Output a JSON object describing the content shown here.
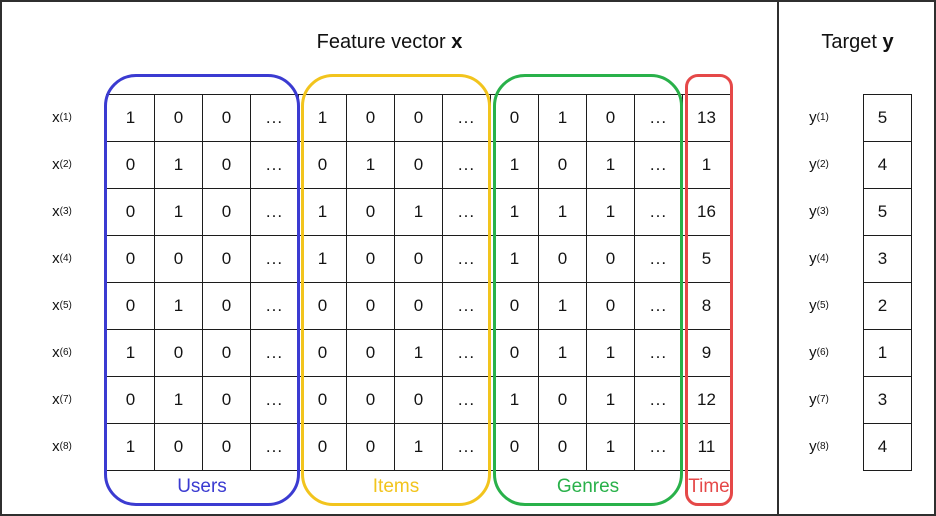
{
  "left_panel": {
    "title": {
      "prefix": "Feature vector ",
      "bold": "x"
    }
  },
  "right_panel": {
    "title": {
      "prefix": "Target ",
      "bold": "y"
    }
  },
  "matrix": {
    "row_label_base": "x",
    "row_label_sups": [
      "(1)",
      "(2)",
      "(3)",
      "(4)",
      "(5)",
      "(6)",
      "(7)",
      "(8)"
    ],
    "ellipsis": "...",
    "rows": [
      [
        "1",
        "0",
        "0",
        "...",
        "1",
        "0",
        "0",
        "...",
        "0",
        "1",
        "0",
        "...",
        "13"
      ],
      [
        "0",
        "1",
        "0",
        "...",
        "0",
        "1",
        "0",
        "...",
        "1",
        "0",
        "1",
        "...",
        "1"
      ],
      [
        "0",
        "1",
        "0",
        "...",
        "1",
        "0",
        "1",
        "...",
        "1",
        "1",
        "1",
        "...",
        "16"
      ],
      [
        "0",
        "0",
        "0",
        "...",
        "1",
        "0",
        "0",
        "...",
        "1",
        "0",
        "0",
        "...",
        "5"
      ],
      [
        "0",
        "1",
        "0",
        "...",
        "0",
        "0",
        "0",
        "...",
        "0",
        "1",
        "0",
        "...",
        "8"
      ],
      [
        "1",
        "0",
        "0",
        "...",
        "0",
        "0",
        "1",
        "...",
        "0",
        "1",
        "1",
        "...",
        "9"
      ],
      [
        "0",
        "1",
        "0",
        "...",
        "0",
        "0",
        "0",
        "...",
        "1",
        "0",
        "1",
        "...",
        "12"
      ],
      [
        "1",
        "0",
        "0",
        "...",
        "0",
        "0",
        "1",
        "...",
        "0",
        "0",
        "1",
        "...",
        "11"
      ]
    ],
    "groups": [
      {
        "label": "Users",
        "color": "#3b3bd1",
        "columns": 4
      },
      {
        "label": "Items",
        "color": "#f2c41d",
        "columns": 4
      },
      {
        "label": "Genres",
        "color": "#29b14a",
        "columns": 4
      },
      {
        "label": "Time",
        "color": "#e54848",
        "columns": 1
      }
    ]
  },
  "target": {
    "row_label_base": "y",
    "row_label_sups": [
      "(1)",
      "(2)",
      "(3)",
      "(4)",
      "(5)",
      "(6)",
      "(7)",
      "(8)"
    ],
    "values": [
      "5",
      "4",
      "5",
      "3",
      "2",
      "1",
      "3",
      "4"
    ]
  }
}
